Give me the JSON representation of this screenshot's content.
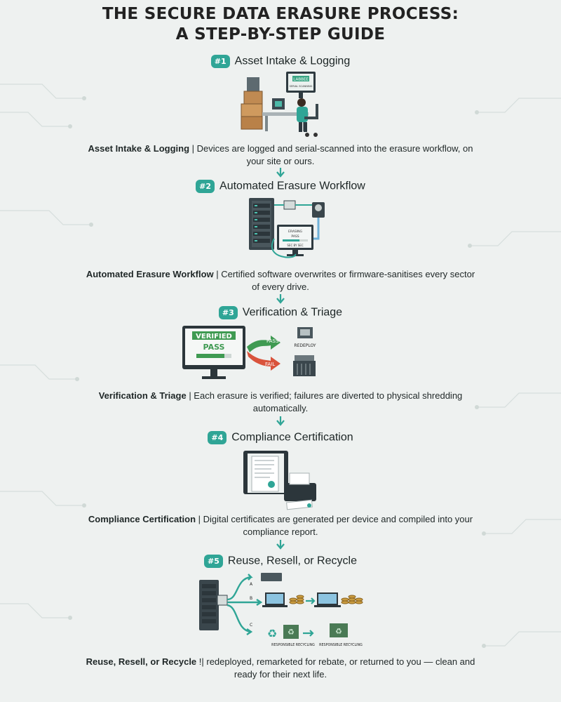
{
  "title": {
    "line1": "THE SECURE DATA ERASURE PROCESS:",
    "line2": "A STEP-BY-STEP GUIDE"
  },
  "steps": [
    {
      "badge": "#1",
      "heading": "Asset Intake & Logging",
      "desc_bold": "Asset Intake & Logging",
      "desc_text": " | Devices are logged and serial-scanned into the erasure workflow, on your site or ours.",
      "illus_labels": {
        "screen_title": "LABBEE",
        "screen_sub": "SERIAL SCANNING"
      }
    },
    {
      "badge": "#2",
      "heading": "Automated Erasure Workflow",
      "desc_bold": "Automated Erasure Workflow",
      "desc_text": " | Certified software overwrites or firmware-sanitises every sector of every drive.",
      "illus_labels": {
        "screen_line1": "ERASING",
        "screen_line2": "PASS",
        "screen_line3": "SEC BY SEC"
      }
    },
    {
      "badge": "#3",
      "heading": "Verification & Triage",
      "desc_bold": "Verification & Triage",
      "desc_text": " | Each erasure is verified; failures are diverted to physical shredding automatically.",
      "illus_labels": {
        "verified": "VERIFIED",
        "pass": "PASS",
        "arrow_pass": "PASS",
        "arrow_fail": "FAIL",
        "redeploy": "REDEPLOY"
      }
    },
    {
      "badge": "#4",
      "heading": "Compliance Certification",
      "desc_bold": "Compliance Certification",
      "desc_text": " | Digital certificates are generated per device and compiled into your compliance report."
    },
    {
      "badge": "#5",
      "heading": "Reuse, Resell, or Recycle",
      "desc_bold": "Reuse, Resell, or Recycle",
      "desc_text": " !| redeployed, remarketed for rebate, or returned to you — clean and ready for their next life.",
      "illus_labels": {
        "branch_a": "A",
        "branch_b": "B",
        "branch_c": "C",
        "recycle1": "RESPONSIBLE RECYCLING",
        "recycle2": "RESPONSIBLE RECYCLING"
      }
    }
  ],
  "colors": {
    "accent": "#2fa596",
    "pass_green": "#3f9a52",
    "fail_red": "#d9533c",
    "background": "#eef1f0"
  }
}
